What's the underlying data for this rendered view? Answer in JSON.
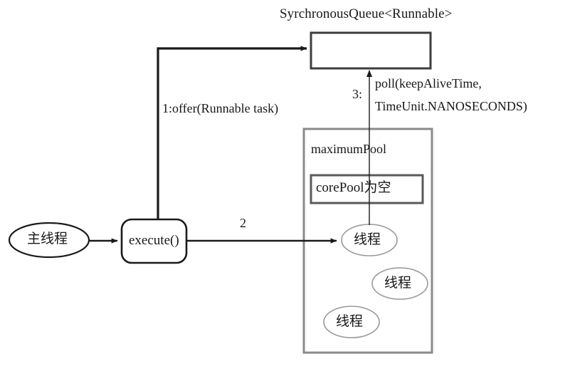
{
  "diagram": {
    "title_note": "Java thread pool SynchronousQueue execution flow diagram",
    "queue": {
      "title": "SyrchronousQueue<Runnable>",
      "box_contents": ""
    },
    "edges": {
      "offer": "1:offer(Runnable task)",
      "step_two": "2",
      "poll_index": "3:",
      "poll_line1": "poll(keepAliveTime,",
      "poll_line2": "TimeUnit.NANOSECONDS)"
    },
    "pool": {
      "label": "maximumPool",
      "core_label": "corePool为空",
      "threads": [
        {
          "label": "线程"
        },
        {
          "label": "线程"
        },
        {
          "label": "线程"
        }
      ]
    },
    "nodes": {
      "main_thread": "主线程",
      "execute": "execute()"
    },
    "colors": {
      "stroke_dark": "#1a1a1a",
      "stroke_gray": "#808080",
      "stroke_light": "#9a9a9a",
      "background": "#ffffff"
    }
  }
}
